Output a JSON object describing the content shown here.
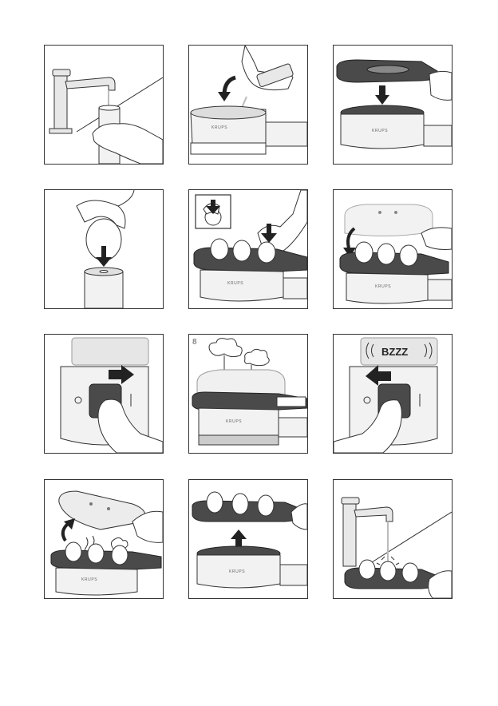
{
  "brand_label": "KRUPS",
  "step_number": "8",
  "buzz_text": "BZZZ",
  "switch_left_mark": "O",
  "switch_right_mark": "I",
  "colors": {
    "outline": "#333333",
    "tray": "#4a4a4a",
    "body": "#f2f2f2",
    "arrow": "#222222"
  }
}
